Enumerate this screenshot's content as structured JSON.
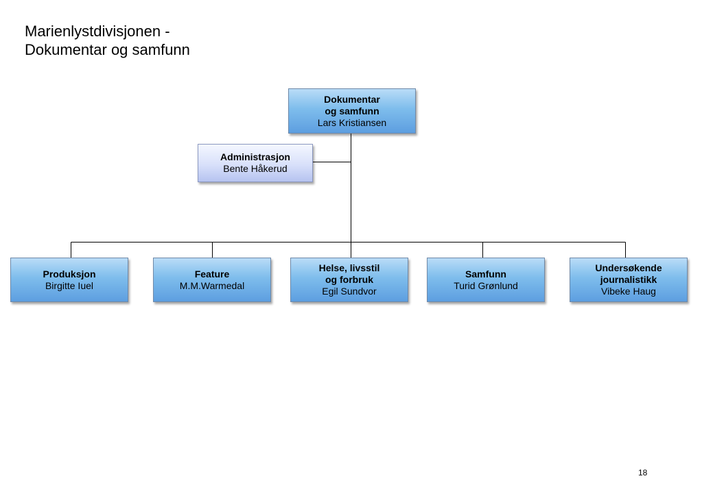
{
  "title": {
    "line1": "Marienlystdivisjonen -",
    "line2": "Dokumentar og samfunn"
  },
  "top": {
    "title_line1": "Dokumentar",
    "title_line2": "og samfunn",
    "name": "Lars Kristiansen"
  },
  "admin": {
    "title": "Administrasjon",
    "name": "Bente Håkerud"
  },
  "units": [
    {
      "title_line1": "Produksjon",
      "title_line2": "",
      "name": "Birgitte Iuel"
    },
    {
      "title_line1": "Feature",
      "title_line2": "",
      "name": "M.M.Warmedal"
    },
    {
      "title_line1": "Helse, livsstil",
      "title_line2": "og forbruk",
      "name": "Egil Sundvor"
    },
    {
      "title_line1": "Samfunn",
      "title_line2": "",
      "name": "Turid Grønlund"
    },
    {
      "title_line1": "Undersøkende",
      "title_line2": "journalistikk",
      "name": "Vibeke Haug"
    }
  ],
  "page_number": "18"
}
